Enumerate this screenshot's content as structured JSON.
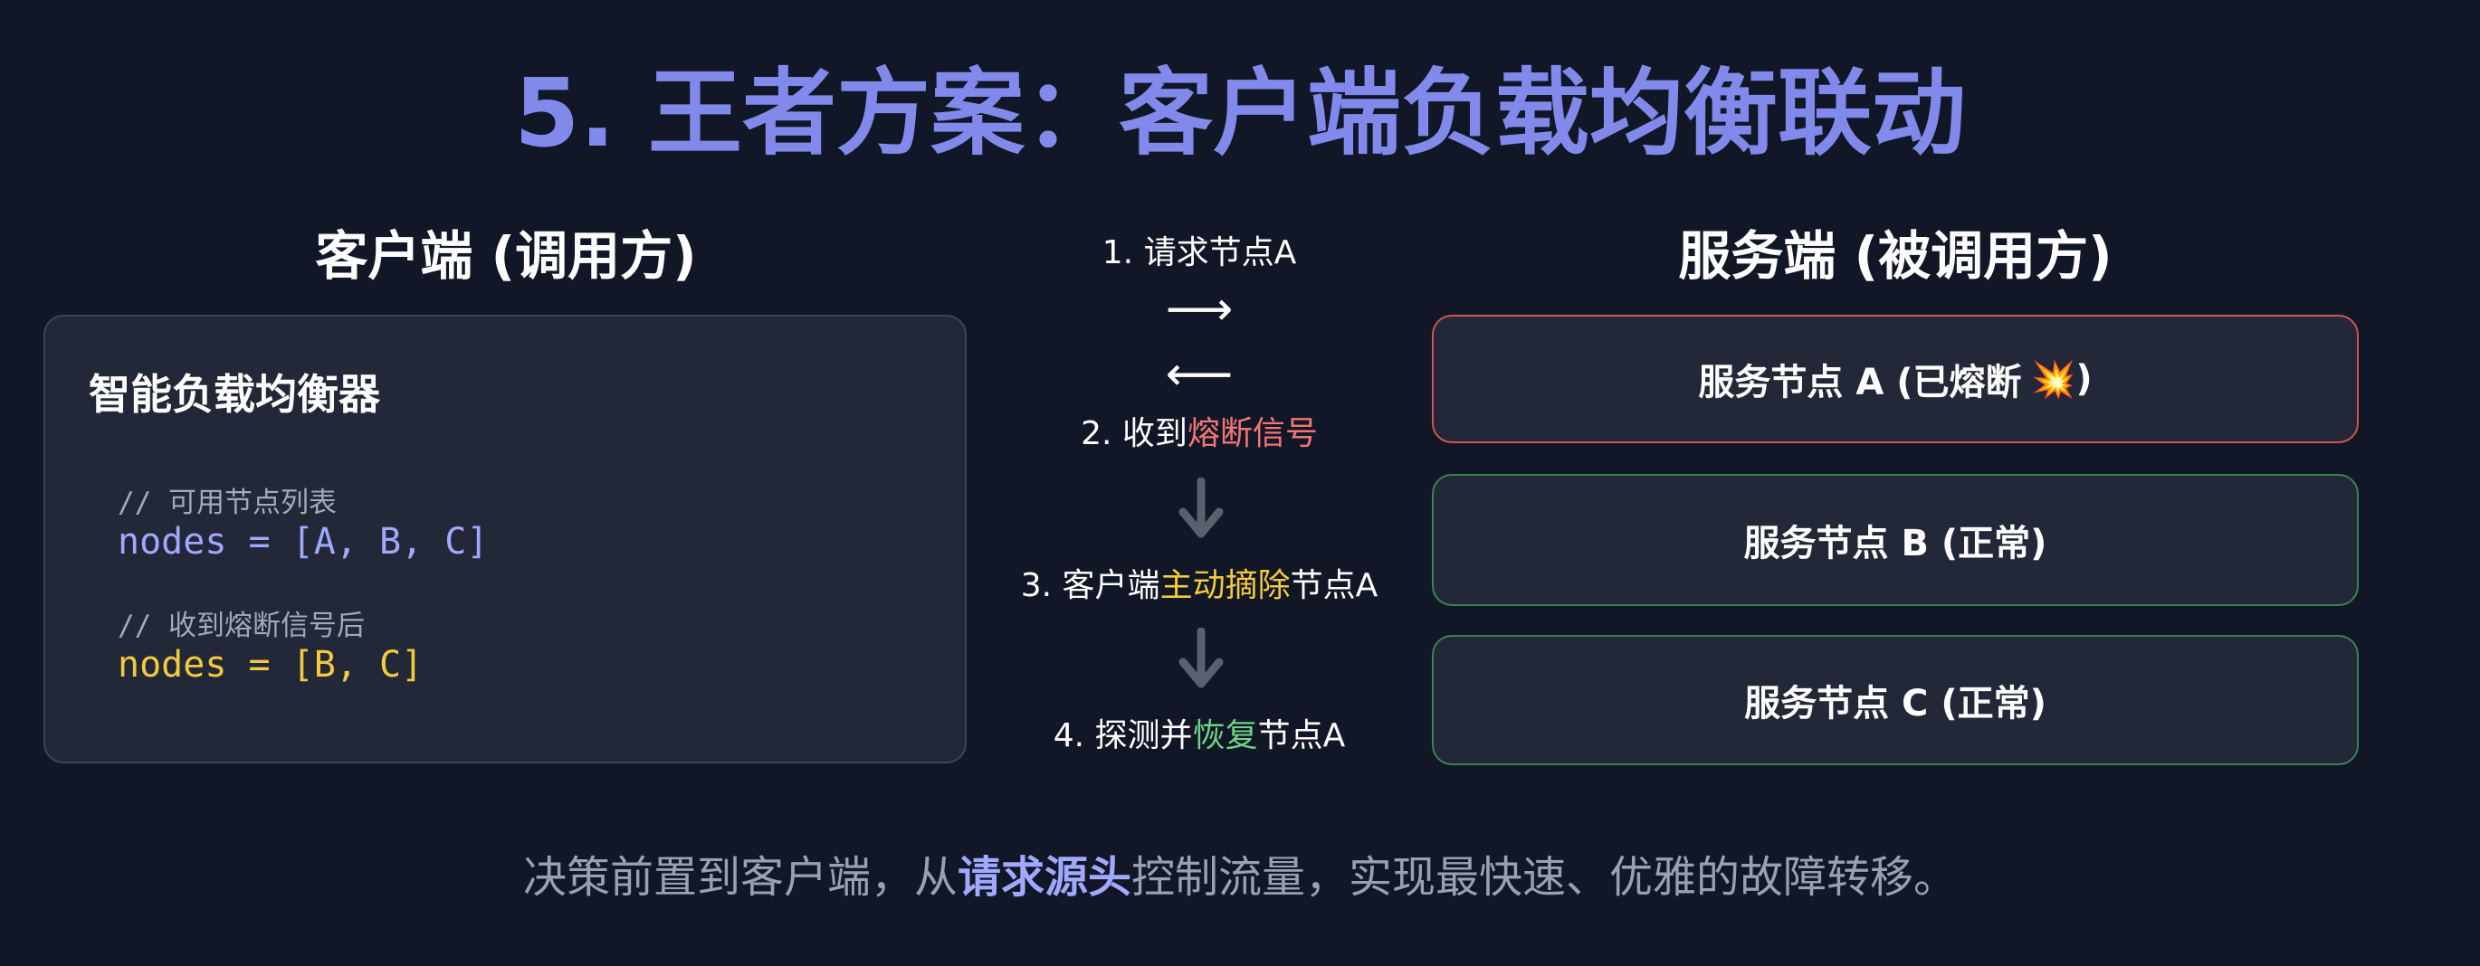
{
  "title": "5. 王者方案：客户端负载均衡联动",
  "client": {
    "title": "客户端 (调用方)",
    "box_title": "智能负载均衡器",
    "comment1": "// 可用节点列表",
    "line1": "nodes = [A, B, C]",
    "comment2": "// 收到熔断信号后",
    "line2": "nodes = [B, C]"
  },
  "server": {
    "title": "服务端 (被调用方)",
    "node_a_label": "服务节点 A (已熔断",
    "node_a_icon": "💥",
    "node_a_close": ")",
    "node_b": "服务节点 B (正常)",
    "node_c": "服务节点 C (正常)"
  },
  "flow": {
    "step1": "1. 请求节点A",
    "arrow_right": "⟶",
    "arrow_left": "⟵",
    "step2_prefix": "2. 收到",
    "step2_highlight": "熔断信号",
    "step3_prefix": "3. 客户端",
    "step3_highlight": "主动摘除",
    "step3_suffix": "节点A",
    "step4_prefix": "4. 探测并",
    "step4_highlight": "恢复",
    "step4_suffix": "节点A"
  },
  "summary": {
    "prefix": "决策前置到客户端，从",
    "highlight": "请求源头",
    "suffix": "控制流量，实现最快速、优雅的故障转移。"
  },
  "colors": {
    "background": "#111726",
    "title": "#8189ea",
    "card": "#222837",
    "danger_border": "#d15555",
    "ok_border": "#3b8253",
    "red_text": "#f17676",
    "yellow_text": "#f3c93d",
    "green_text": "#6fd285",
    "highlight": "#a0a8ff"
  }
}
